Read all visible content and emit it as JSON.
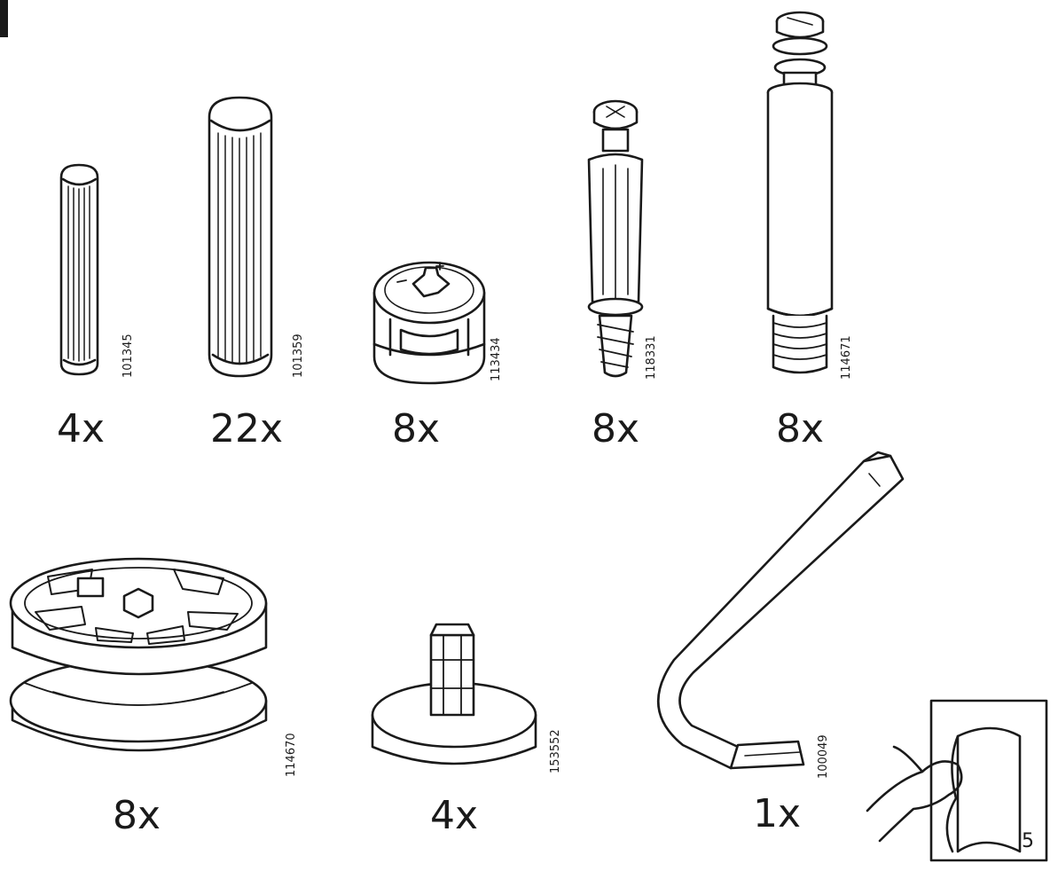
{
  "parts": [
    {
      "quantity": "4x",
      "article": "101345",
      "icon": "small-dowel-icon"
    },
    {
      "quantity": "22x",
      "article": "101359",
      "icon": "large-dowel-icon"
    },
    {
      "quantity": "8x",
      "article": "113434",
      "icon": "cam-lock-icon"
    },
    {
      "quantity": "8x",
      "article": "118331",
      "icon": "cam-bolt-icon"
    },
    {
      "quantity": "8x",
      "article": "114671",
      "icon": "connector-bolt-icon"
    },
    {
      "quantity": "8x",
      "article": "114670",
      "icon": "round-cam-fitting-icon"
    },
    {
      "quantity": "4x",
      "article": "153552",
      "icon": "plastic-foot-icon"
    },
    {
      "quantity": "1x",
      "article": "100049",
      "icon": "allen-key-icon"
    }
  ],
  "page_number": "5",
  "page_turn_icon": "turn-page-icon"
}
